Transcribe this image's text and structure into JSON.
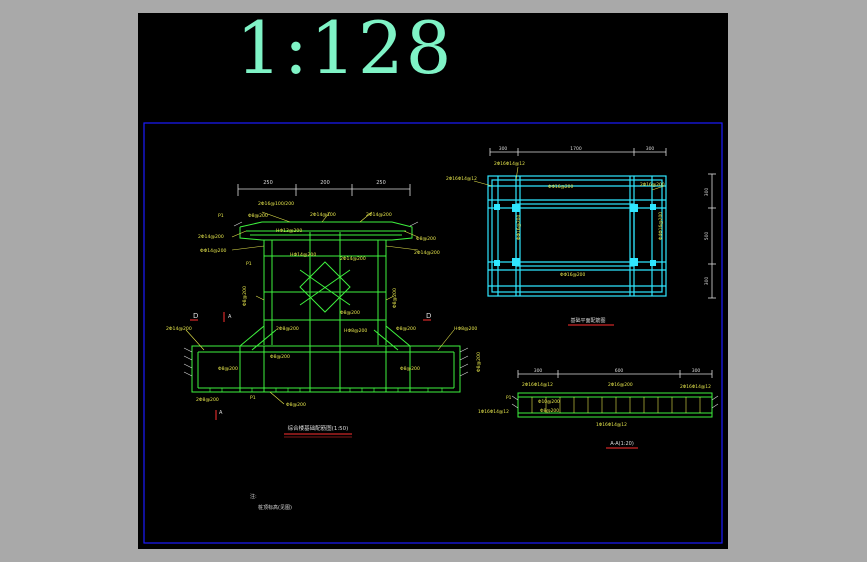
{
  "header": {
    "scale": "1:128"
  },
  "colors": {
    "background": "#a9a9a9",
    "sheet": "#000000",
    "frame": "#1a1aff",
    "scale_text": "#7ff3c6",
    "rebar_green": "#3ef23e",
    "rebar_cyan": "#2fe6ff",
    "dimension_white": "#dcdcdc",
    "annotation_yellow": "#e6e64c",
    "section_red": "#ff3030"
  },
  "elevation": {
    "dims_top": [
      "250",
      "200",
      "250"
    ],
    "title": "综合楼基础配筋图(1:50)",
    "section_marks": [
      "D",
      "D"
    ],
    "cut_marks": [
      "A",
      "A"
    ],
    "labels": {
      "p_top": "P1",
      "p_mid": "P1",
      "p_bot": "P1",
      "l1": "2Φ16@100/200",
      "l2": "Φ8@200",
      "l3": "2Φ14@200",
      "l4": "ΦΦ14@200",
      "l5": "Φ8@200",
      "l6": "2Φ8@200",
      "l7": "2Φ14@200",
      "l8": "Φ8@200",
      "l9": "2Φ8@200",
      "r1": "2Φ14@100",
      "r2": "2Φ14@200",
      "r3": "Φ8@200",
      "r4": "2Φ14@200",
      "r5": "Φ8@200",
      "c1": "HΦ13@200",
      "c2": "HΦ14@200",
      "c3": "2Φ14@200",
      "c4": "Φ8@200",
      "c5": "HΦ8@200",
      "c6": "Φ8@200",
      "b1": "Φ8@200",
      "b2": "HΦ8@200",
      "b3": "Φ8@200",
      "b4": "Φ8@200",
      "b5": "Φ8@200"
    }
  },
  "plan": {
    "dims_top": [
      "300",
      "1700",
      "300"
    ],
    "dims_right": [
      "300",
      "500",
      "300"
    ],
    "labels": {
      "t1": "2Φ16Φ14@12",
      "t2": "2Φ16Φ14@12",
      "t3": "ΦΦ16@200",
      "t4": "2Φ16@200",
      "m1": "ΦΦ16@200",
      "m2": "ΦΦ16@200",
      "m3": "Φ4Φ16@200"
    },
    "caption": "基础平面配筋图"
  },
  "section": {
    "dims_top": [
      "300",
      "600",
      "300"
    ],
    "labels": {
      "a1": "2Φ16Φ14@12",
      "a2": "2Φ16@200",
      "a3": "2Φ16Φ14@12",
      "a4": "Φ10@200",
      "a5": "1Φ16Φ14@12",
      "a6": "Φ8@200",
      "a7": "1Φ16Φ14@12"
    },
    "caption": "A-A(1:20)"
  },
  "notes": {
    "heading": "注:",
    "line1": "桩顶标高(见图)"
  }
}
